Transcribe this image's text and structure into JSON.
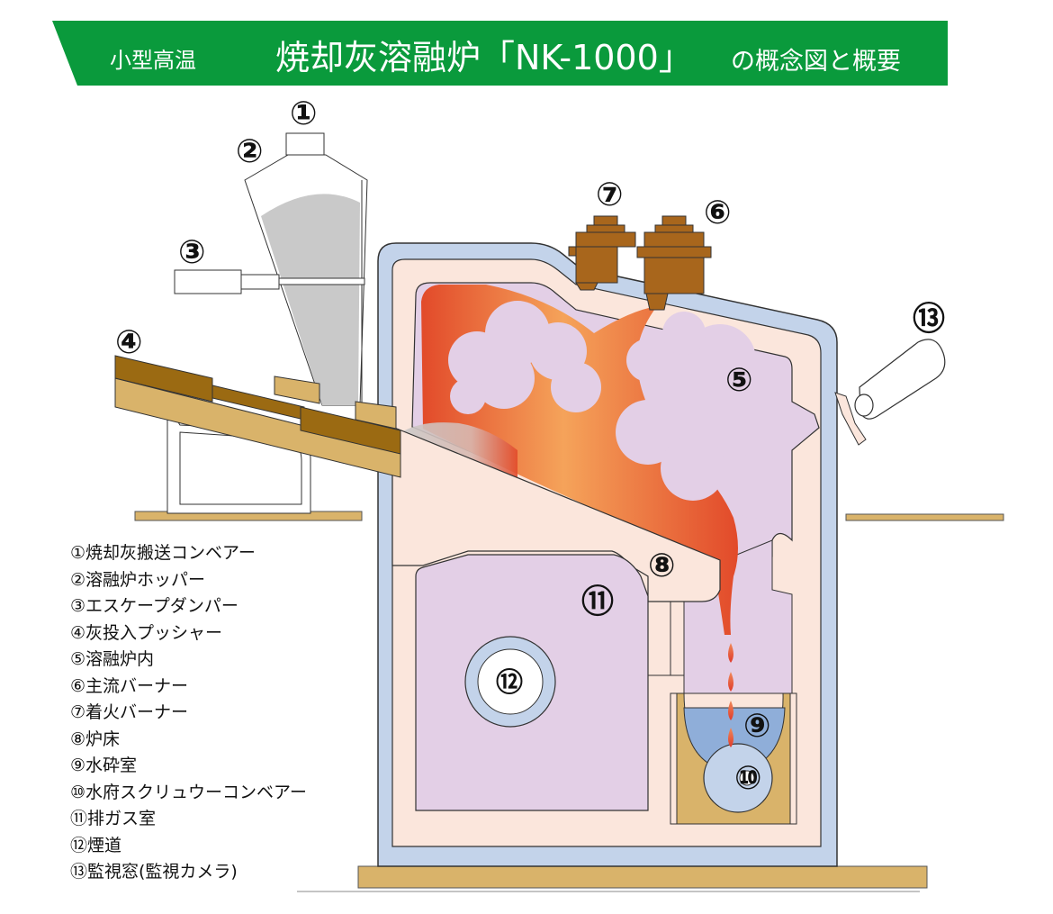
{
  "banner": {
    "subtitle": "小型高温",
    "title": "焼却灰溶融炉「NK-1000」",
    "suffix": "の概念図と概要",
    "color": "#0a9a3c"
  },
  "callouts": [
    "①",
    "②",
    "③",
    "④",
    "⑤",
    "⑥",
    "⑦",
    "⑧",
    "⑨",
    "⑩",
    "⑪",
    "⑫",
    "⑬"
  ],
  "legend": [
    "①焼却灰搬送コンベアー",
    "②溶融炉ホッパー",
    "③エスケープダンパー",
    "④灰投入プッシャー",
    "⑤溶融炉内",
    "⑥主流バーナー",
    "⑦着火バーナー",
    "⑧炉床",
    "⑨水砕室",
    "⑩水府スクリュウーコンベアー",
    "⑪排ガス室",
    "⑫煙道",
    "⑬監視窓(監視カメラ)"
  ],
  "colors": {
    "outer_shell": "#c3d3ea",
    "refractory": "#fbe6dc",
    "chamber": "#e3cfe6",
    "wood": "#9b6a12",
    "tan": "#d9b36a",
    "burner": "#a8661c",
    "flame_dark": "#e24a2a",
    "flame_light": "#f5a35a",
    "water": "#8faed9"
  }
}
